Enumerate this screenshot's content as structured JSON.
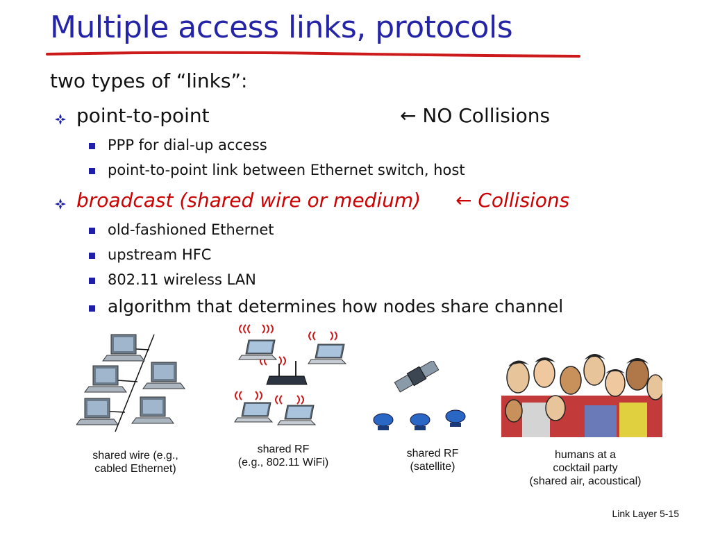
{
  "slide": {
    "title": "Multiple access links, protocols",
    "intro": "two types of “links”:",
    "bullets": [
      {
        "label": "point-to-point",
        "note": "NO Collisions",
        "subitems": [
          "PPP for dial-up access",
          "point-to-point link between Ethernet switch, host"
        ]
      },
      {
        "label": "broadcast (shared wire or medium)",
        "note": "Collisions",
        "subitems": [
          "old-fashioned Ethernet",
          "upstream HFC",
          "802.11 wireless LAN",
          "algorithm that determines how nodes share channel"
        ]
      }
    ],
    "captions": {
      "wire": [
        "shared wire (e.g.,",
        "cabled Ethernet)"
      ],
      "wifi": [
        "shared RF",
        "(e.g., 802.11 WiFi)"
      ],
      "satellite": [
        "shared RF",
        "(satellite)"
      ],
      "cocktail": [
        "humans at a",
        "cocktail party",
        "(shared air, acoustical)"
      ]
    },
    "footer": {
      "section": "Link Layer",
      "page": "5-15"
    },
    "colors": {
      "title": "#2424a8",
      "underline": "#cc1a1a",
      "broadcast": "#cc0000",
      "bullet": "#1e1ea6"
    }
  }
}
